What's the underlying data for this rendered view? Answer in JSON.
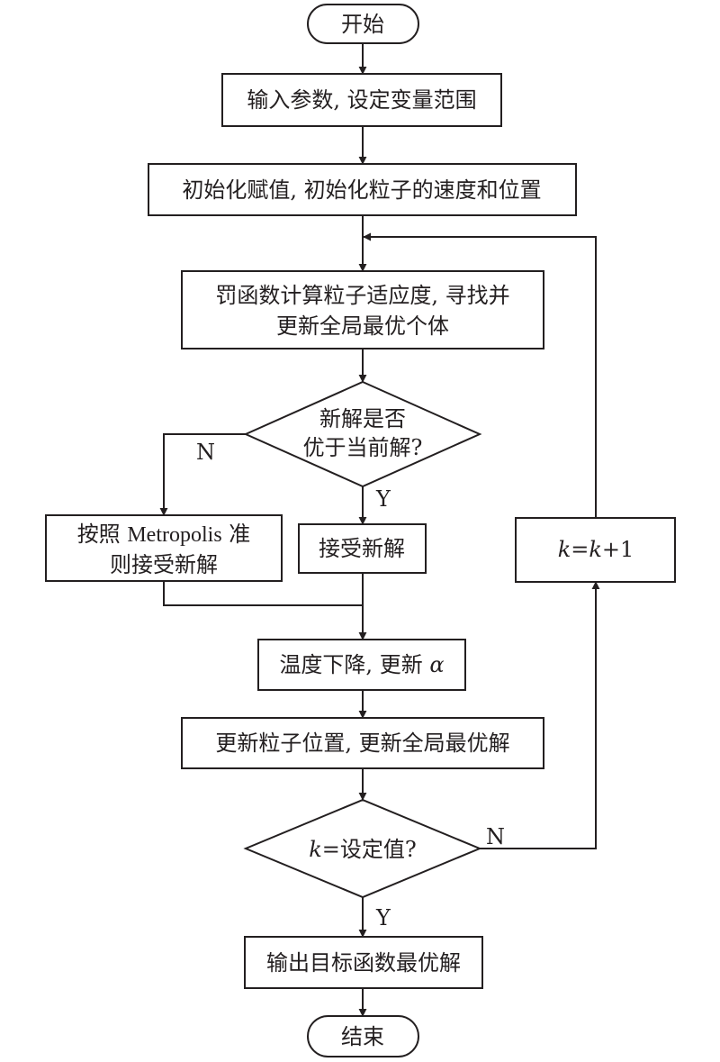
{
  "nodes": {
    "start": "开始",
    "input": "输入参数, 设定变量范围",
    "init": "初始化赋值, 初始化粒子的速度和位置",
    "fitness_1": "罚函数计算粒子适应度, 寻找并",
    "fitness_2": "更新全局最优个体",
    "decision_1": "新解是否",
    "decision_2": "优于当前解?",
    "metropolis_1a": "按照 ",
    "metropolis_1b": "Metropolis",
    "metropolis_1c": " 准",
    "metropolis_2": "则接受新解",
    "accept": "接受新解",
    "temp_text": "温度下降, 更新 ",
    "temp_alpha": "α",
    "update": "更新粒子位置, 更新全局最优解",
    "check_k": "k",
    "check_rest": "=设定值?",
    "k_a": "k",
    "k_eq": "=",
    "k_b": "k",
    "k_plus": "+1",
    "output": "输出目标函数最优解",
    "end": "结束"
  },
  "labels": {
    "n1": "N",
    "y1": "Y",
    "n2": "N",
    "y2": "Y"
  },
  "colors": {
    "stroke": "#231f20",
    "background": "#ffffff"
  }
}
